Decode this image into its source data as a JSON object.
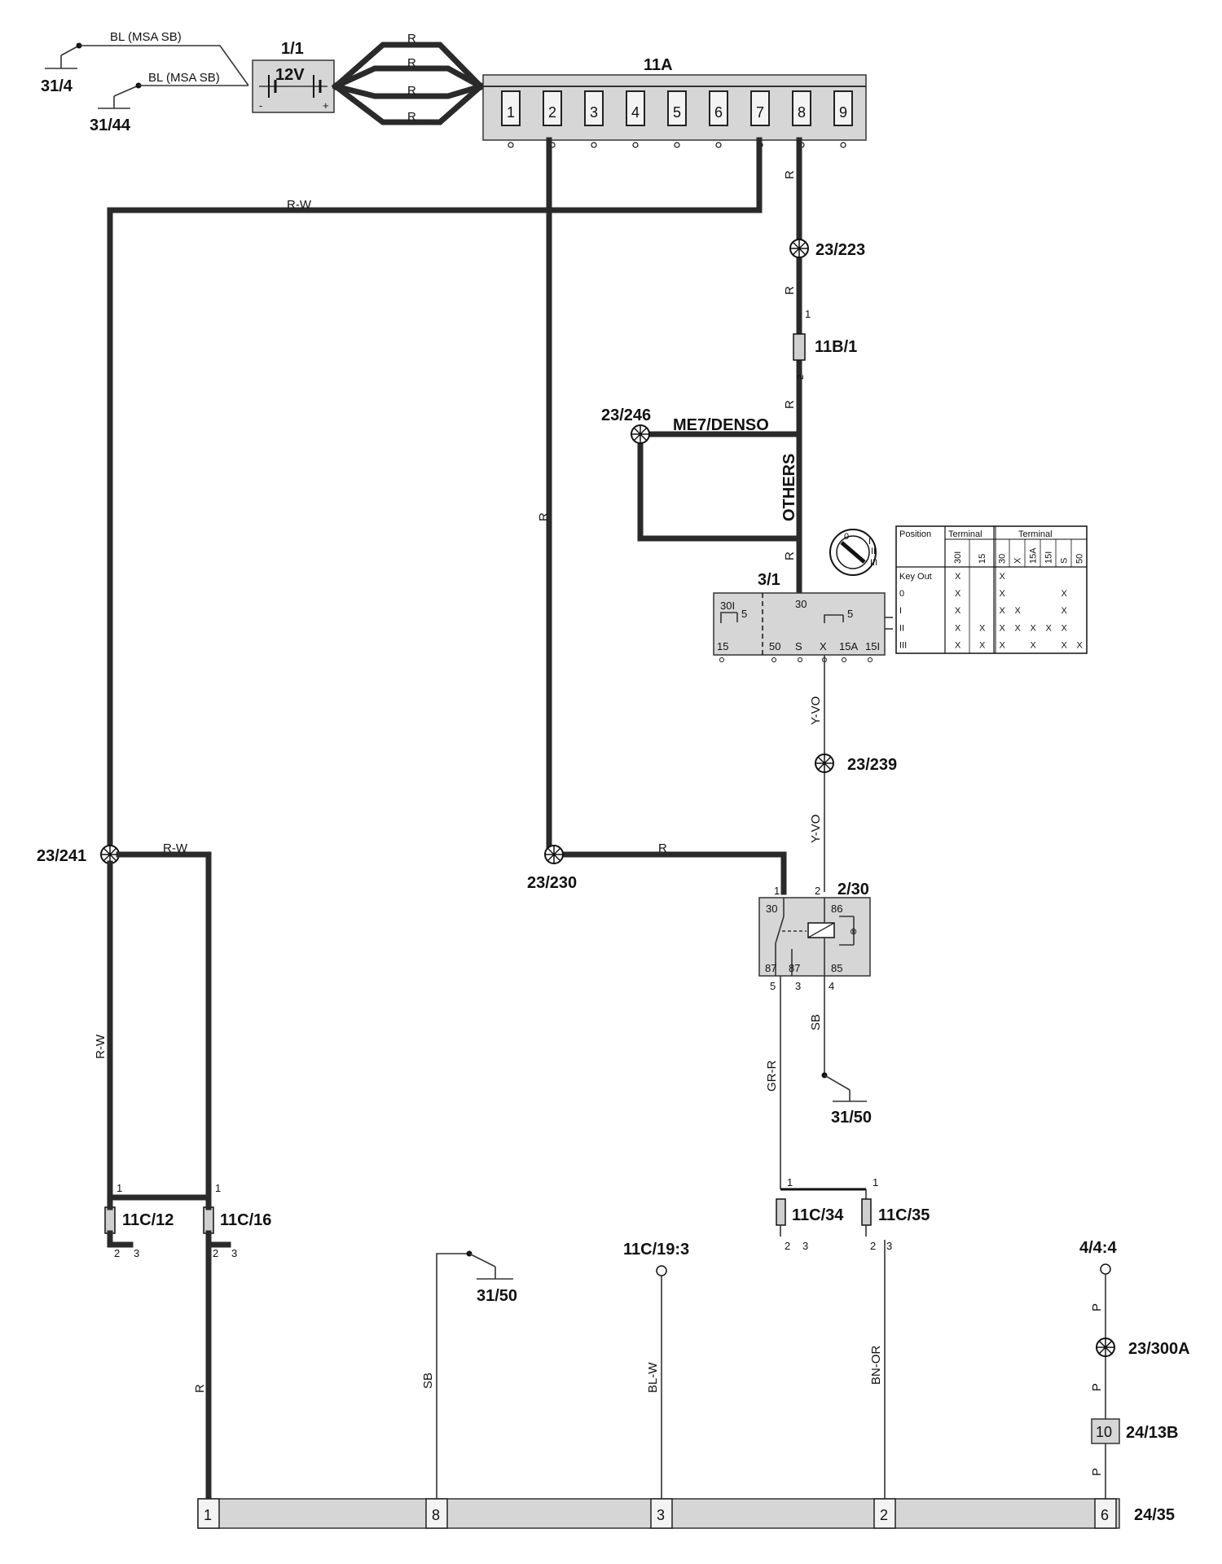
{
  "components": {
    "battery": {
      "id": "1/1",
      "voltage": "12V",
      "minus": "-",
      "plus": "+"
    },
    "fuse_box_top": {
      "id": "11A",
      "pins": [
        "1",
        "2",
        "3",
        "4",
        "5",
        "6",
        "7",
        "8",
        "9"
      ]
    },
    "fuse_11b1": {
      "id": "11B/1",
      "pin1": "1",
      "pin2": "2"
    },
    "ignition_switch": {
      "id": "3/1",
      "terminals_top": [
        "30I",
        "5",
        "30",
        "5"
      ],
      "terminals_bottom": [
        "15",
        "50",
        "S",
        "X",
        "15A",
        "15I"
      ],
      "table": {
        "header_position": "Position",
        "header_terminal": "Terminal",
        "cols_left": [
          "30I",
          "15"
        ],
        "cols_right": [
          "30",
          "X",
          "15A",
          "15I",
          "S",
          "50"
        ],
        "rows": [
          "Key Out",
          "0",
          "I",
          "II",
          "III"
        ],
        "mark": "X"
      },
      "key_positions": [
        "0",
        "I",
        "II",
        "III"
      ]
    },
    "relay": {
      "id": "2/30",
      "pins_top": [
        "1",
        "2"
      ],
      "labels_top": [
        "30",
        "86"
      ],
      "labels_bottom": [
        "87",
        "87",
        "85"
      ],
      "pins_bottom": [
        "5",
        "3",
        "4"
      ]
    },
    "connector_bottom": {
      "id": "24/35",
      "pins": [
        "1",
        "8",
        "3",
        "2",
        "6"
      ]
    },
    "connector_24_13b": {
      "id": "24/13B",
      "pin": "10"
    }
  },
  "grounds": {
    "g1": "31/4",
    "g2": "31/44",
    "g3": "31/50",
    "g4": "31/50"
  },
  "splices": {
    "s223": "23/223",
    "s246": "23/246",
    "s239": "23/239",
    "s241": "23/241",
    "s230": "23/230",
    "s300a": "23/300A"
  },
  "fuses": {
    "f12": "11C/12",
    "f16": "11C/16",
    "f34": "11C/34",
    "f35": "11C/35",
    "pin1": "1",
    "pin2": "2",
    "pin3": "3"
  },
  "references": {
    "ref_11c19": "11C/19:3",
    "ref_444": "4/4:4"
  },
  "wire_labels": {
    "bl_msa_sb": "BL (MSA SB)",
    "r": "R",
    "rw": "R-W",
    "me7": "ME7/DENSO",
    "others": "OTHERS",
    "yvo": "Y-VO",
    "sb": "SB",
    "grr": "GR-R",
    "blw": "BL-W",
    "bnor": "BN-OR",
    "p": "P"
  }
}
